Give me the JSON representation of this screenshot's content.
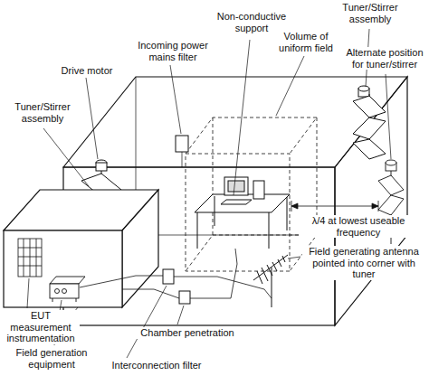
{
  "diagram": {
    "labels": [
      "Tuner/Stirrer assembly",
      "Non-conductive support",
      "Volume of uniform field",
      "Incoming power mains filter",
      "Drive motor",
      "Alternate position for tuner/stirrer",
      "Tuner/Stirrer assembly",
      "λ/4 at lowest useable frequency",
      "Field generating antenna pointed into corner with tuner",
      "EUT measurement instrumentation",
      "Chamber penetration",
      "Field generation equipment",
      "Interconnection filter"
    ]
  }
}
